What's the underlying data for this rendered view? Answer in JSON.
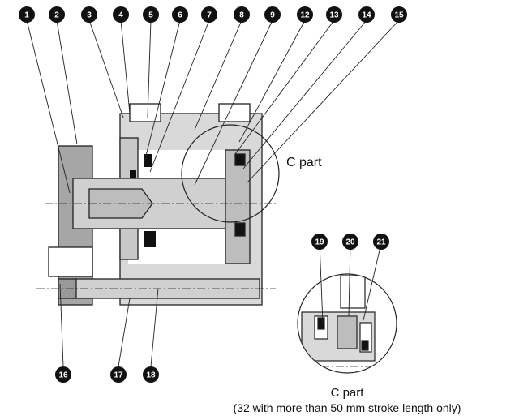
{
  "callouts": [
    "1",
    "2",
    "3",
    "4",
    "5",
    "6",
    "7",
    "8",
    "9",
    "12",
    "13",
    "14",
    "15",
    "16",
    "17",
    "18",
    "19",
    "20",
    "21"
  ],
  "labels": {
    "c_part_main": "C part",
    "c_part_detail": "C part",
    "c_part_note": "(32 with more than 50 mm stroke length only)"
  },
  "colors": {
    "body_gray": "#d9d9d9",
    "dark_gray": "#a6a6a6",
    "outline": "#222222",
    "seal_black": "#111111",
    "badge_fill": "#111111"
  }
}
